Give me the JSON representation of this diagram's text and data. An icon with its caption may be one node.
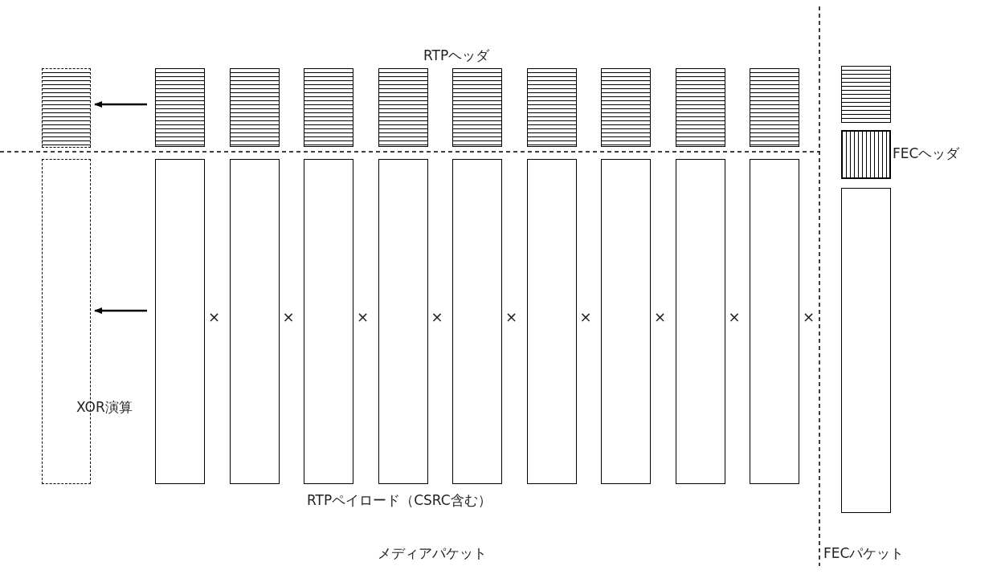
{
  "diagram": {
    "nodes": [
      {
        "text": [],
        "shape": "box"
      },
      {
        "text": [],
        "shape": "box"
      },
      {
        "text": [],
        "shape": "box"
      },
      {
        "text": [],
        "shape": "box"
      },
      {
        "text": [],
        "shape": "box"
      },
      {
        "text": [],
        "shape": "box"
      },
      {
        "text": [],
        "shape": "box"
      },
      {
        "text": [],
        "shape": "box"
      },
      {
        "text": [],
        "shape": "box"
      },
      {
        "text": [],
        "shape": "box"
      },
      {
        "text": [],
        "shape": "box"
      },
      {
        "text": [],
        "shape": "box"
      },
      {
        "text": [],
        "shape": "box"
      },
      {
        "text": [],
        "shape": "box"
      },
      {
        "text": [],
        "shape": "box"
      },
      {
        "text": [],
        "shape": "box"
      },
      {
        "text": [],
        "shape": "box"
      },
      {
        "text": [],
        "shape": "box"
      },
      {
        "text": [],
        "shape": "box"
      },
      {
        "text": [],
        "shape": "box"
      },
      {
        "text": [],
        "shape": "box"
      },
      {
        "text": [
          "FECヘッダ"
        ]
      },
      {
        "text": [],
        "shape": "box"
      }
    ],
    "edges": [
      {
        "from": 1,
        "to": 0,
        "arrow": "to"
      },
      {
        "from": 11,
        "to": 10,
        "arrow": "to"
      }
    ],
    "labels": [
      "RTPヘッダ",
      "×",
      "×",
      "×",
      "×",
      "×",
      "×",
      "×",
      "×",
      "×",
      "XOR演算",
      "RTPペイロード（CSRC含む）",
      "メディアパケット",
      "FECパケット"
    ]
  }
}
